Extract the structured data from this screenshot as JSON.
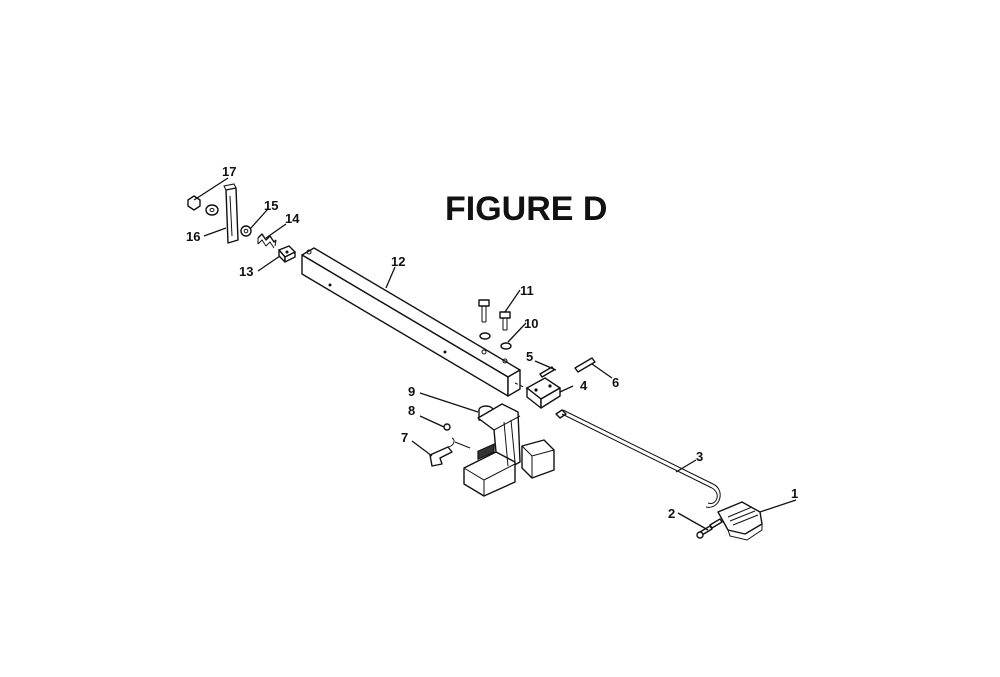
{
  "title": "FIGURE D",
  "callouts": [
    "1",
    "2",
    "3",
    "4",
    "5",
    "6",
    "7",
    "8",
    "9",
    "10",
    "11",
    "12",
    "13",
    "14",
    "15",
    "16",
    "17"
  ]
}
